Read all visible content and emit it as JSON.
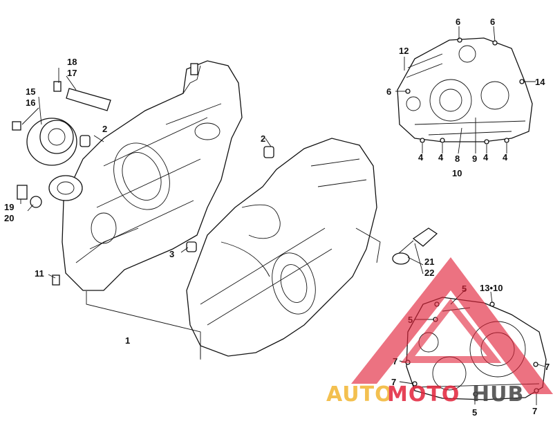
{
  "diagram": {
    "callouts": {
      "c1": "1",
      "c2a": "2",
      "c2b": "2",
      "c3": "3",
      "c4a": "4",
      "c4b": "4",
      "c4c": "4",
      "c4d": "4",
      "c5a": "5",
      "c5b": "5",
      "c5c": "5",
      "c6a": "6",
      "c6b": "6",
      "c6c": "6",
      "c7a": "7",
      "c7b": "7",
      "c7c": "7",
      "c7d": "7",
      "c8": "8",
      "c9": "9",
      "c10": "10",
      "c11": "11",
      "c12": "12",
      "c13_10": "13•10",
      "c14": "14",
      "c15": "15",
      "c16": "16",
      "c17": "17",
      "c18": "18",
      "c19": "19",
      "c20": "20",
      "c21": "21",
      "c22": "22"
    },
    "watermark": {
      "text_auto": "AUTO",
      "text_moto": "MOTO",
      "text_hub": "HUB",
      "colors": {
        "auto": "#f2b632",
        "moto": "#e2233a",
        "hub": "#444444",
        "triangle": "#e2233a"
      }
    }
  }
}
